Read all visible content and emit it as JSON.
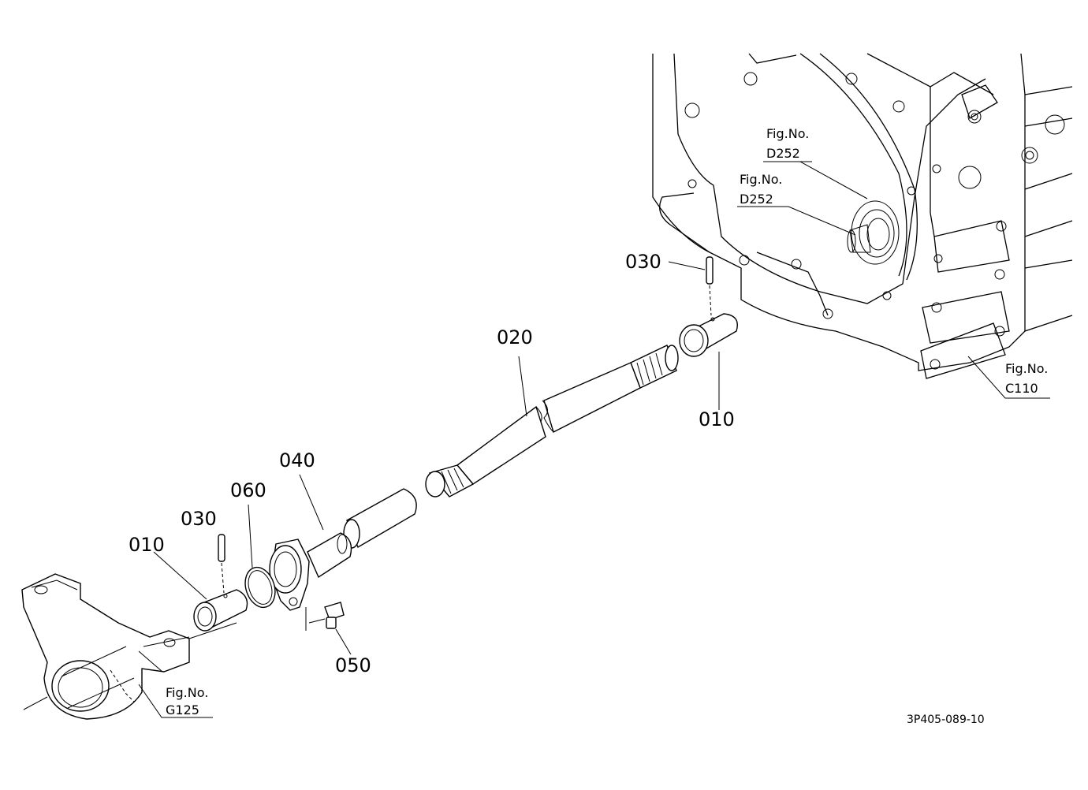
{
  "callouts": {
    "p010_right": "010",
    "p010_left": "010",
    "p020": "020",
    "p030_right": "030",
    "p030_left": "030",
    "p040": "040",
    "p050": "050",
    "p060": "060"
  },
  "figure_refs": {
    "d252_upper": {
      "label": "Fig.No.",
      "code": "D252"
    },
    "d252_lower": {
      "label": "Fig.No.",
      "code": "D252"
    },
    "c110": {
      "label": "Fig.No.",
      "code": "C110"
    },
    "g125": {
      "label": "Fig.No.",
      "code": "G125"
    }
  },
  "doc_id": "3P405-089-10"
}
